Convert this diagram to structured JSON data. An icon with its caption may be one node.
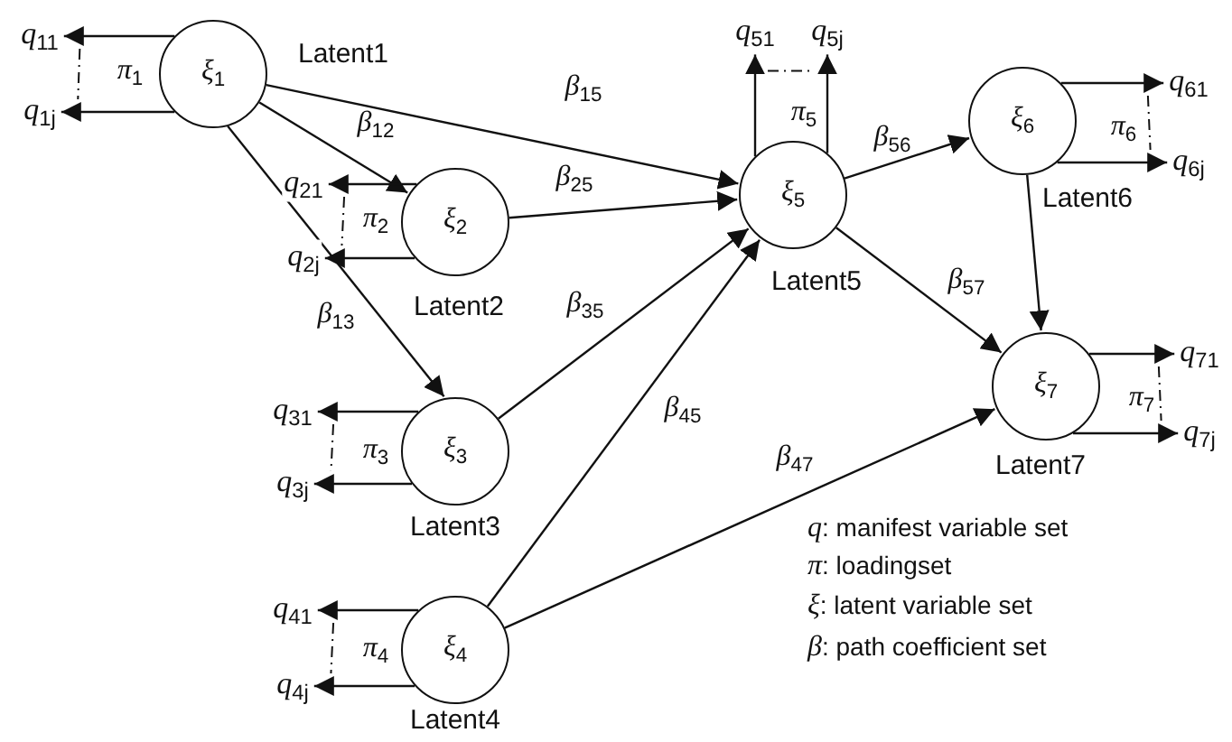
{
  "diagram": {
    "nodes": [
      {
        "text": [
          "*ξ*$_{1}$"
        ],
        "beside": [
          "Latent1"
        ]
      },
      {
        "text": [
          "*q*$_{11}$"
        ]
      },
      {
        "text": [
          "*q*$_{1j}$"
        ]
      },
      {
        "text": [
          "*ξ*$_{2}$"
        ],
        "beside": [
          "Latent2"
        ]
      },
      {
        "text": [
          "*q*$_{21}$"
        ]
      },
      {
        "text": [
          "*q*$_{2j}$"
        ]
      },
      {
        "text": [
          "*ξ*$_{3}$"
        ],
        "beside": [
          "Latent3"
        ]
      },
      {
        "text": [
          "*q*$_{31}$"
        ]
      },
      {
        "text": [
          "*q*$_{3j}$"
        ]
      },
      {
        "text": [
          "*ξ*$_{4}$"
        ],
        "beside": [
          "Latent4"
        ]
      },
      {
        "text": [
          "*q*$_{41}$"
        ]
      },
      {
        "text": [
          "*q*$_{4j}$"
        ]
      },
      {
        "text": [
          "*ξ*$_{5}$"
        ],
        "beside": [
          "Latent5"
        ]
      },
      {
        "text": [
          "*q*$_{51}$"
        ]
      },
      {
        "text": [
          "*q*$_{5j}$"
        ]
      },
      {
        "text": [
          "*ξ*$_{6}$"
        ],
        "beside": [
          "Latent6"
        ]
      },
      {
        "text": [
          "*q*$_{61}$"
        ]
      },
      {
        "text": [
          "*q*$_{6j}$"
        ]
      },
      {
        "text": [
          "*ξ*$_{7}$"
        ],
        "beside": [
          "Latent7"
        ]
      },
      {
        "text": [
          "*q*$_{71}$"
        ]
      },
      {
        "text": [
          "*q*$_{7j}$"
        ]
      }
    ],
    "edges": [
      {
        "from": 0,
        "to": 1,
        "arrow": "to"
      },
      {
        "from": 0,
        "to": 2,
        "arrow": "to"
      },
      {
        "from": 0,
        "to": 3,
        "arrow": "to",
        "label": "*β*$_{12}$"
      },
      {
        "from": 0,
        "to": 6,
        "arrow": "to",
        "label": "*β*$_{13}$"
      },
      {
        "from": 0,
        "to": 12,
        "arrow": "to",
        "label": "*β*$_{15}$"
      },
      {
        "from": 3,
        "to": 4,
        "arrow": "to"
      },
      {
        "from": 3,
        "to": 5,
        "arrow": "to"
      },
      {
        "from": 3,
        "to": 12,
        "arrow": "to",
        "label": "*β*$_{25}$"
      },
      {
        "from": 6,
        "to": 7,
        "arrow": "to"
      },
      {
        "from": 6,
        "to": 8,
        "arrow": "to"
      },
      {
        "from": 6,
        "to": 12,
        "arrow": "to",
        "label": "*β*$_{35}$"
      },
      {
        "from": 9,
        "to": 10,
        "arrow": "to"
      },
      {
        "from": 9,
        "to": 11,
        "arrow": "to"
      },
      {
        "from": 9,
        "to": 12,
        "arrow": "to",
        "label": "*β*$_{45}$"
      },
      {
        "from": 9,
        "to": 18,
        "arrow": "to",
        "label": "*β*$_{47}$"
      },
      {
        "from": 12,
        "to": 13,
        "arrow": "to"
      },
      {
        "from": 12,
        "to": 14,
        "arrow": "to"
      },
      {
        "from": 12,
        "to": 15,
        "arrow": "to",
        "label": "*β*$_{56}$"
      },
      {
        "from": 12,
        "to": 18,
        "arrow": "to",
        "label": "*β*$_{57}$"
      },
      {
        "from": 15,
        "to": 16,
        "arrow": "to"
      },
      {
        "from": 15,
        "to": 17,
        "arrow": "to"
      },
      {
        "from": 15,
        "to": 18,
        "arrow": "to"
      },
      {
        "from": 18,
        "to": 19,
        "arrow": "to"
      },
      {
        "from": 18,
        "to": 20,
        "arrow": "to"
      }
    ],
    "labels": [
      "*π*$_{1}$",
      "*π*$_{2}$",
      "*π*$_{3}$",
      "*π*$_{4}$",
      "*π*$_{5}$",
      "*π*$_{6}$",
      "*π*$_{7}$",
      "*q*: manifest variable set",
      "*π*: loadingset",
      "*ξ*: latent variable set",
      "*β*: path coefficient set"
    ]
  }
}
